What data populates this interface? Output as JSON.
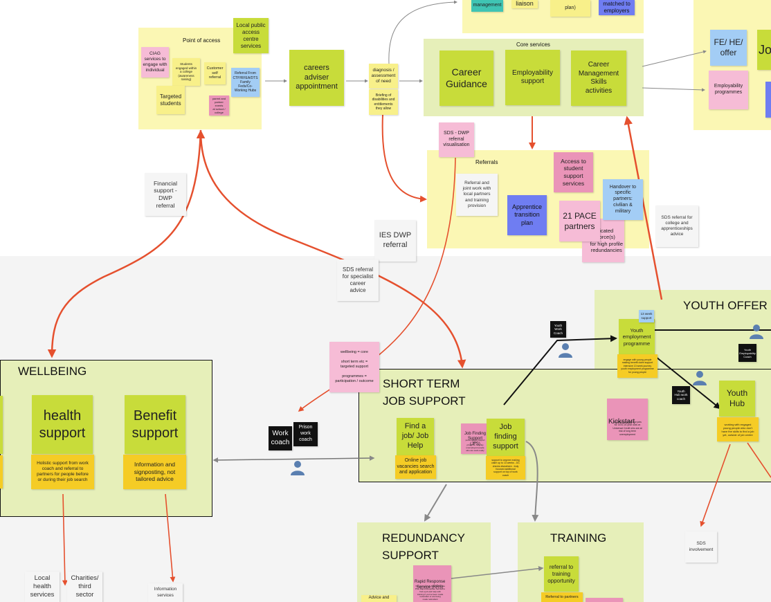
{
  "zones": {
    "point_of_access": "Point of access",
    "core_services": "Core  services",
    "referrals": "Referrals",
    "youth_offer": "YOUTH OFFER",
    "wellbeing": "WELLBEING",
    "short_term": "SHORT TERM\nJOB SUPPORT",
    "redundancy": "REDUNDANCY\nSUPPORT",
    "training": "TRAINING"
  },
  "notes": {
    "top_management": "management",
    "top_liaison": "liaison",
    "top_plan": "plan)",
    "top_matched": "matched to\nemployers",
    "local_public_access": "Local public\naccess\ncentre\nservices",
    "ciag": "CIAG\nservices to\nengage with\nindividual",
    "students_engaged": "Students\nengaged within\na college\n(awareness\nraising)",
    "customer_self_referral": "Customer\nself\nreferral",
    "referral_from": "Referral From\nCTP/RFEA/DTS\nFamily\nFeds/Co-\nWorking Hubs",
    "targeted_students": "Targeted\nstudents",
    "parent_partner": "parent and\npartner events\nat school /\ncollege",
    "careers_adviser": "careers\nadviser\nappointment",
    "diagnosis": "diagnosis /\nassessment\nof need",
    "briefing": "Briefing of\ndisabilities and\nentitlements\nthey allow",
    "career_guidance": "Career\nGuidance",
    "employability_support": "Employability\nsupport",
    "career_management": "Career\nManagement\nSkills\nactivities",
    "fe_he_offer": "FE/ HE/\noffer",
    "jo_partial": "Jo",
    "employability_programmes": "Employability\nprogrammes",
    "sds_dwp_visualisation": "SDS - DWP\nreferral\nvisualisation",
    "referral_joint_work": "Referral and\njoint work with\nlocal partners\nand training\nprovision",
    "access_student_support": "Access to\nstudent\nsupport\nservices",
    "apprentice_transition": "Apprentice\ntransition\nplan",
    "pace_partners": "21 PACE\npartners",
    "dedicated_taskforce": "icated\nforce(s)\nfor high profile\nredundancies",
    "handover_partners": "Handover to\nspecific\npartners:\ncivilian &\nmilitary",
    "sds_college": "SDS referral for\ncollege and\napprenticeships\nadvice",
    "financial_support": "Financial\nsupport -\nDWP\nreferral",
    "ies_dwp": "IES DWP\nreferral",
    "sds_specialist": "SDS referral\nfor specialist\ncareer\nadvice",
    "wellbeing_core": "wellbeing = core\n\nshort term etc =\ntargeted support\n\nprogrammes =\nparticipation / outcome",
    "youth_work_coach": "Youth\nWork\nCoach",
    "youth_employment_programme": "Youth\nemployment\nprogramme",
    "thirteen_week": "13 week\nsupport",
    "yep_desc": "engage with young people\nmaking benefit claim support\nintensive 13 week journey\nyouth employment programme\nfor young people",
    "youth_employability_coach": "Youth\nEmployability\nCoach",
    "youth_hub_work_coach": "Youth\nHub work\ncoach",
    "youth_hub": "Youth\nHub",
    "youth_hub_desc": "working with engaged\nyoung people who don't\nhave the skills to find a job\nyet, outside of job centre",
    "kickstart": "Kickstart",
    "kickstart_desc": "funding to create new jobs\nfor 16 to 24 year olds on\nUniversal Credit who are at\nrisk of long term\nunemployment",
    "health_support": "health\nsupport",
    "health_desc": "Holistic support from work\ncoach and referral to\npartners for people before\nor during their job search",
    "benefit_support": "Benefit\nsupport",
    "benefit_desc": "Information and\nsignposting, not\ntailored advice",
    "work_coach": "Work\ncoach",
    "prison_work_coach": "Prison\nwork\ncoach",
    "find_a_job": "Find a\njob/ Job\nHelp",
    "online_vacancies": "Online job\nvacancies search\nand application",
    "jfs": "Job Finding\nSupport (JFS)",
    "jfs_desc": "personalised support over\nphone for recently\nunemployed people\nwho are work-ready",
    "job_finding_support": "Job\nfinding\nsupport",
    "jfs_support_desc": "support to anyone making\nclaim up to 13 weeks - DC\nchecks elsewhere - truly\nfocused additional\nsupport on top of work\ncoach",
    "sds_involvement": "SDS\ninvolvement",
    "rapid_response": "Rapid Response\nService (RRS)",
    "rrs_desc": "You can get help from Jobcentre\nPlus Rapid Response Service to\nfind a job and help with\ntraining if you've been made\nredundant or are being\nmade redundant",
    "advice_and": "Advice and",
    "referral_training": "referral to\ntraining\nopportunity",
    "referral_partners": "Referral to partners",
    "local_health": "Local\nhealth\nservices",
    "charities": "Charities/\nthird\nsector",
    "information_services": "Information\nservices"
  },
  "colors": {
    "arrow_red": "#e5502e",
    "arrow_black": "#111111",
    "arrow_grey": "#888888",
    "person_blue": "#5a7fb0"
  }
}
